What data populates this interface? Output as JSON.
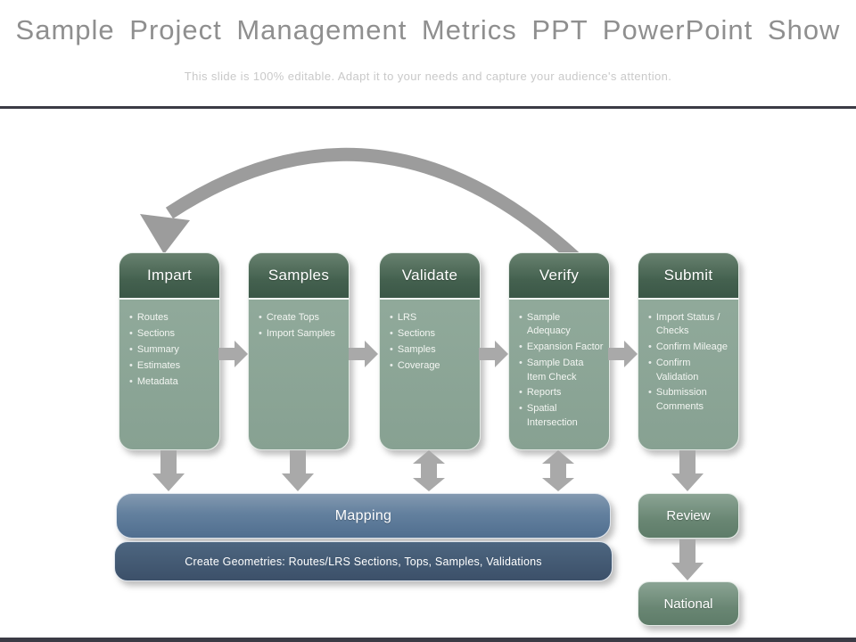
{
  "slide": {
    "title": "Sample Project Management Metrics PPT PowerPoint Show",
    "subtitle": "This slide is 100% editable. Adapt it to your needs and capture your audience's attention."
  },
  "columns": [
    {
      "title": "Impart",
      "items": [
        "Routes",
        "Sections",
        "Summary",
        "Estimates",
        "Metadata"
      ]
    },
    {
      "title": "Samples",
      "items": [
        "Create Tops",
        "Import Samples"
      ]
    },
    {
      "title": "Validate",
      "items": [
        "LRS",
        "Sections",
        "Samples",
        "Coverage"
      ]
    },
    {
      "title": "Verify",
      "items": [
        "Sample Adequacy",
        "Expansion Factor",
        "Sample Data Item Check",
        "Reports",
        "Spatial Intersection"
      ]
    },
    {
      "title": "Submit",
      "items": [
        "Import Status / Checks",
        "Confirm Mileage",
        "Confirm Validation",
        "Submission Comments"
      ]
    }
  ],
  "mapping": {
    "title": "Mapping",
    "subtitle": "Create Geometries: Routes/LRS Sections, Tops, Samples, Validations"
  },
  "side_flow": {
    "review": "Review",
    "national": "National"
  },
  "colors": {
    "header_green": "#44614f",
    "body_green": "#8ea899",
    "arrow_gray": "#a9a9a9",
    "mapping_blue": "#63809e",
    "geometries_navy": "#3c5069",
    "side_green": "#698673",
    "title_gray": "#8f8f8f",
    "rule_dark": "#3b3b45"
  }
}
